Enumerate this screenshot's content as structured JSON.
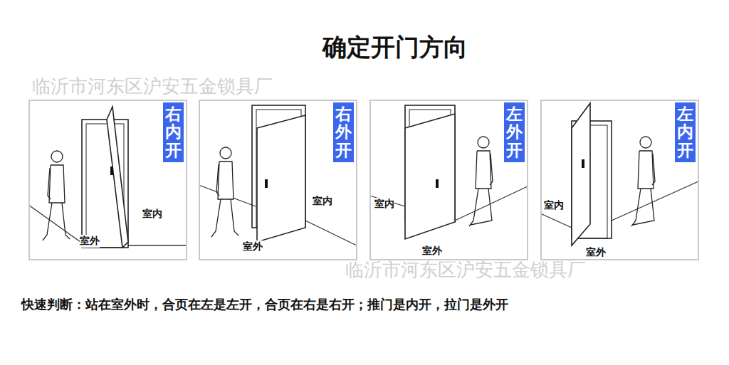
{
  "diagram": {
    "title": "确定开门方向",
    "nodes": [
      {
        "text": [
          "室内",
          "室外"
        ]
      },
      {
        "text": [
          "右内开"
        ],
        "in": 0
      },
      {
        "text": [
          "室内",
          "室外"
        ]
      },
      {
        "text": [
          "右外开"
        ],
        "in": 2
      },
      {
        "text": [
          "室内",
          "室外"
        ]
      },
      {
        "text": [
          "左外开"
        ],
        "in": 4
      },
      {
        "text": [
          "室内",
          "室外"
        ]
      },
      {
        "text": [
          "左内开"
        ],
        "in": 6
      }
    ],
    "labels": [
      "临沂市河东区沪安五金锁具厂",
      "临沂市河东区沪安五金锁具厂",
      "快速判断：站在室外时，合页在左是左开，合页在右是右开；推门是内开，拉门是外开"
    ]
  }
}
